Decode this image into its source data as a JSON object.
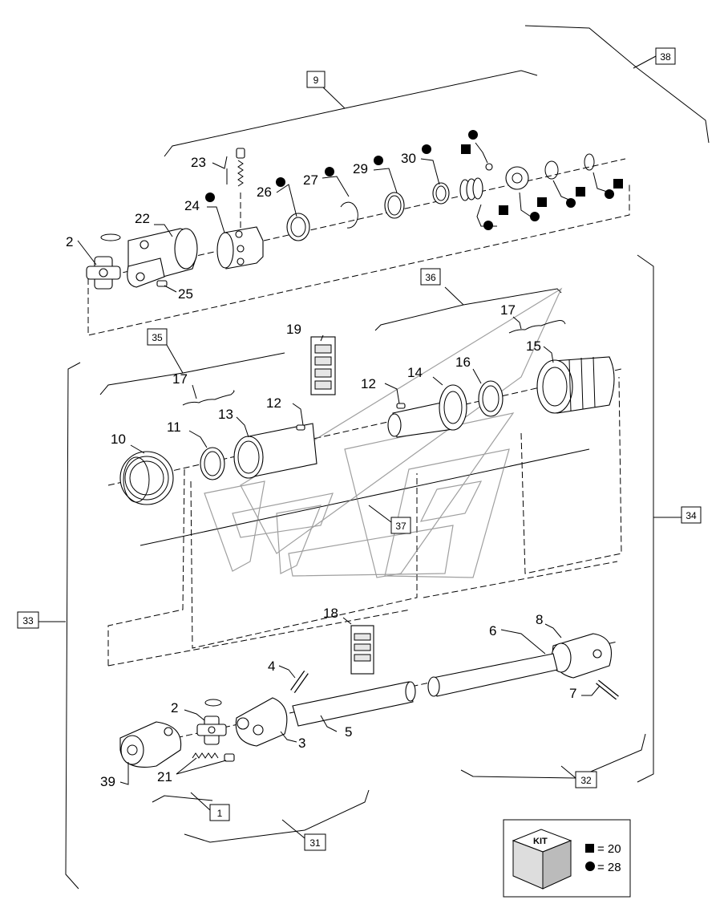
{
  "callouts": {
    "n2a": "2",
    "n22": "22",
    "n24": "24",
    "n23": "23",
    "n25": "25",
    "n26": "26",
    "n27": "27",
    "n29": "29",
    "n30": "30",
    "n19": "19",
    "n17a": "17",
    "n17b": "17",
    "n15": "15",
    "n16": "16",
    "n14": "14",
    "n12a": "12",
    "n12b": "12",
    "n13": "13",
    "n11": "11",
    "n10": "10",
    "n18": "18",
    "n8": "8",
    "n6": "6",
    "n7": "7",
    "n4": "4",
    "n5": "5",
    "n3": "3",
    "n2b": "2",
    "n21": "21",
    "n39": "39"
  },
  "boxes": {
    "b38": "38",
    "b9": "9",
    "b36": "36",
    "b35": "35",
    "b34": "34",
    "b37": "37",
    "b33": "33",
    "b32": "32",
    "b1": "1",
    "b31": "31"
  },
  "kit": {
    "title": "KIT",
    "square_value": "= 20",
    "circle_value": "= 28"
  }
}
